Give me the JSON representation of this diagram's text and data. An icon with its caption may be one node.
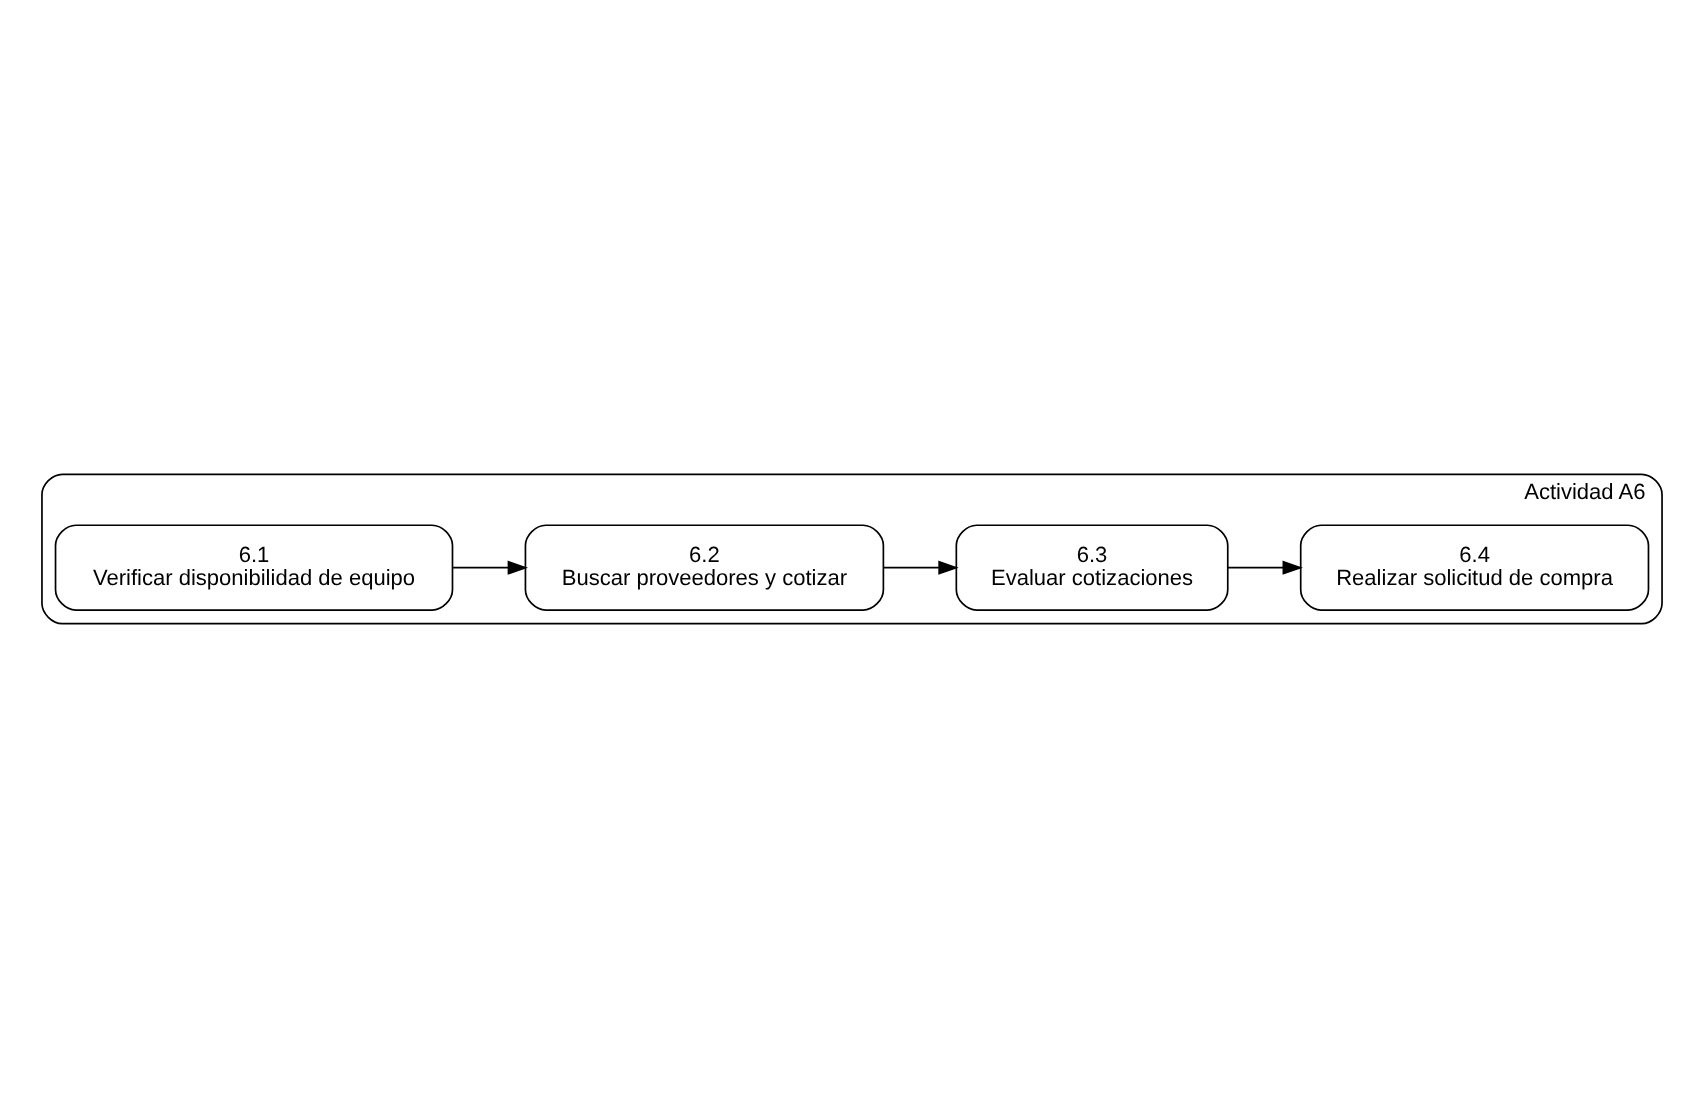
{
  "diagram": {
    "nodes": [
      {
        "text": [
          "Actividad A6"
        ]
      },
      {
        "text": [
          "6.1",
          "Verificar disponibilidad de equipo"
        ],
        "in": 0
      },
      {
        "text": [
          "6.2",
          "Buscar proveedores y cotizar"
        ],
        "in": 0
      },
      {
        "text": [
          "6.3",
          "Evaluar cotizaciones"
        ],
        "in": 0
      },
      {
        "text": [
          "6.4",
          "Realizar solicitud de compra"
        ],
        "in": 0
      }
    ],
    "edges": [
      {
        "from": 1,
        "to": 2,
        "arrow": "to"
      },
      {
        "from": 2,
        "to": 3,
        "arrow": "to"
      },
      {
        "from": 3,
        "to": 4,
        "arrow": "to"
      }
    ]
  }
}
